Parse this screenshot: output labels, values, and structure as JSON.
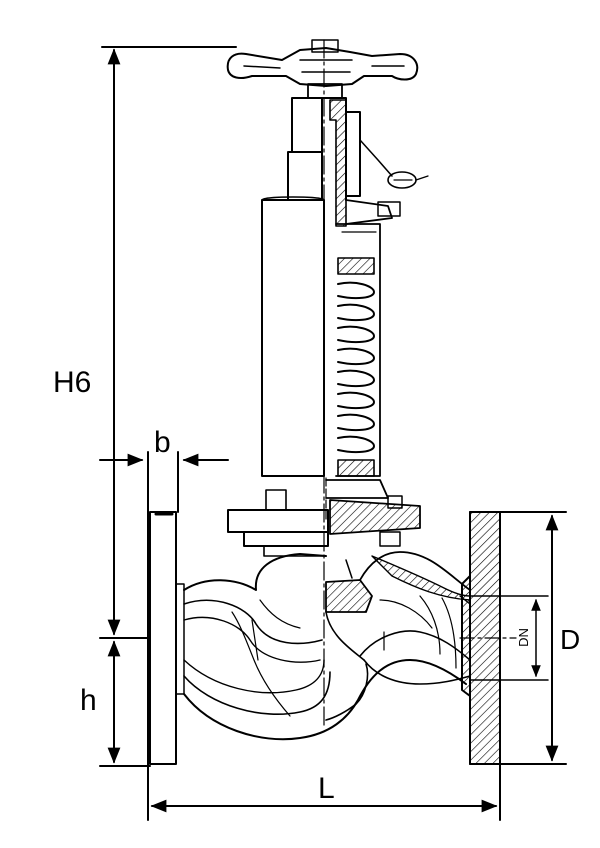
{
  "labels": {
    "h6": "H6",
    "b": "b",
    "h": "h",
    "l": "L",
    "d": "D",
    "dn": "DN"
  },
  "colors": {
    "line": "#000000",
    "background": "#ffffff"
  }
}
